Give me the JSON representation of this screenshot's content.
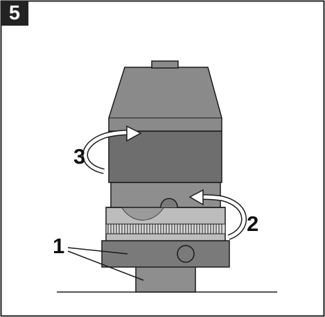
{
  "figure": {
    "number": "5",
    "callouts": {
      "part_1": "1",
      "part_2": "2",
      "part_3": "3"
    }
  },
  "colors": {
    "frame": "#222222",
    "number_box": "#222222",
    "part_dark": "#6e6e6e",
    "part_mid": "#8e8e8e",
    "part_light": "#bdbdbd",
    "outline": "#1a1a1a",
    "arrow_fill": "#ffffff"
  },
  "icons": {
    "rotation_arrow_2": "curved-arrow-counterclockwise-icon",
    "rotation_arrow_3": "curved-arrow-clockwise-icon"
  }
}
